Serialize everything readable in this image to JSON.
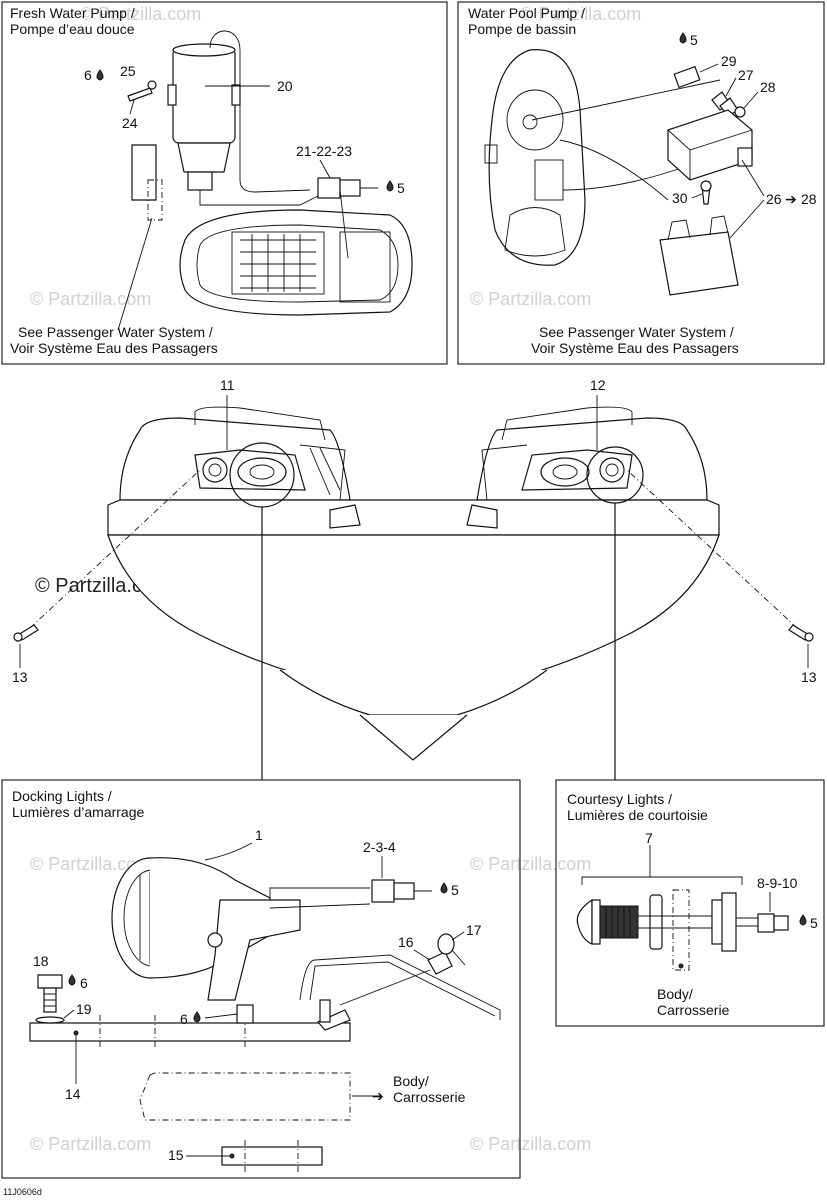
{
  "panels": {
    "fresh": {
      "title1": "Fresh Water Pump /",
      "title2": "Pompe d’eau douce",
      "note1": "See Passenger Water System /",
      "note2": "Voir Système Eau des Passagers"
    },
    "pool": {
      "title1": "Water Pool Pump /",
      "title2": "Pompe de bassin",
      "note1": "See Passenger Water System /",
      "note2": "Voir Système Eau des Passagers"
    },
    "docking": {
      "title1": "Docking Lights /",
      "title2": "Lumières d’amarrage",
      "body1": "Body/",
      "body2": "Carrosserie"
    },
    "courtesy": {
      "title1": "Courtesy Lights /",
      "title2": "Lumières de courtoisie",
      "body1": "Body/",
      "body2": "Carrosserie"
    }
  },
  "callouts": {
    "n20": "20",
    "n21": "21-22-23",
    "n25": "25",
    "n24": "24",
    "n6a": "6",
    "n5a": "5",
    "n5b": "5",
    "n29": "29",
    "n27": "27",
    "n28": "28",
    "n30": "30",
    "n26": "26",
    "n28b": "28",
    "n11": "11",
    "n12": "12",
    "n13l": "13",
    "n13r": "13",
    "n1": "1",
    "n234": "2-3-4",
    "n5c": "5",
    "n17": "17",
    "n16": "16",
    "n18": "18",
    "n6b": "6",
    "n19": "19",
    "n6c": "6",
    "n14": "14",
    "n15": "15",
    "n7": "7",
    "n8910": "8-9-10",
    "n5d": "5"
  },
  "watermarks": {
    "text": "© Partzilla.com",
    "main": "© Partzilla.com"
  },
  "figure_code": "11J0606d"
}
